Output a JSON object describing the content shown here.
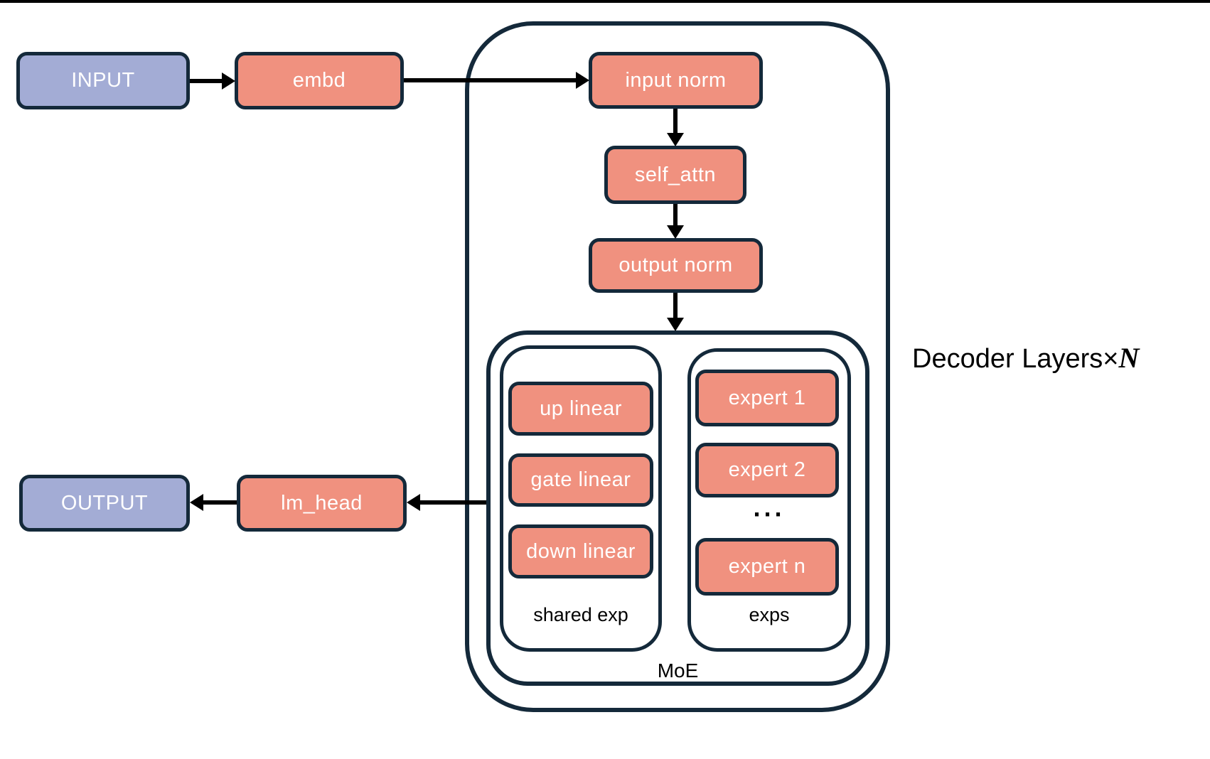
{
  "title": "MoE decoder architecture diagram",
  "nodes": {
    "input": "INPUT",
    "embd": "embd",
    "input_norm": "input norm",
    "self_attn": "self_attn",
    "output_norm": "output norm",
    "up_linear": "up linear",
    "gate_linear": "gate linear",
    "down_linear": "down linear",
    "expert_1": "expert 1",
    "expert_2": "expert 2",
    "expert_n": "expert n",
    "lm_head": "lm_head",
    "output": "OUTPUT"
  },
  "groups": {
    "shared_exp_label": "shared exp",
    "exps_label": "exps",
    "exps_ellipsis": "···",
    "moe_label": "MoE",
    "decoder_label_prefix": "Decoder Layers×",
    "decoder_label_n": "N"
  },
  "colors": {
    "io_box_fill": "#a3acd5",
    "module_box_fill": "#f0917f",
    "outline": "#14293a",
    "arrow": "#000000",
    "background": "#ffffff",
    "box_text": "#ffffff",
    "label_text": "#000000"
  }
}
